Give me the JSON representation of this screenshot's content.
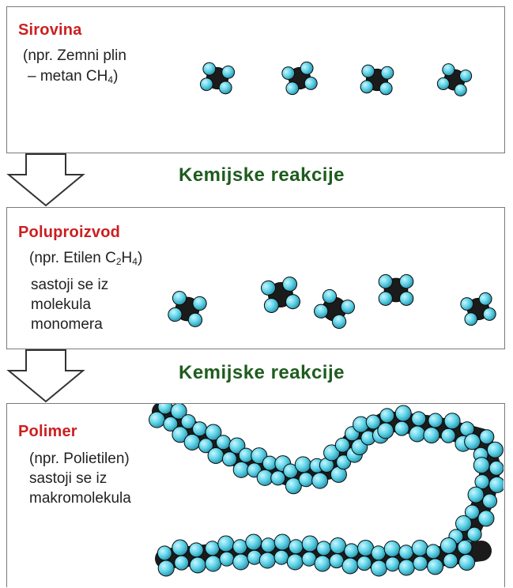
{
  "colors": {
    "title": "#cc1f1f",
    "step_label": "#1e5c1e",
    "atom_h": "#5ad1e6",
    "atom_c": "#1b1b1b"
  },
  "panels": [
    {
      "title": "Sirovina",
      "lines": [
        "(npr. Zemni plin",
        "– metan CH",
        "4",
        ")"
      ]
    },
    {
      "title": "Poluproizvod",
      "lines": [
        "(npr. Etilen C",
        "2",
        "H",
        "4",
        ")",
        "sastoji se iz",
        "molekula",
        "monomera"
      ]
    },
    {
      "title": "Polimer",
      "lines": [
        "(npr. Polietilen)",
        "sastoji se iz",
        "makromolekula"
      ]
    }
  ],
  "steps": [
    {
      "label": "Kemijske reakcije",
      "icon": "down-arrow-icon"
    },
    {
      "label": "Kemijske reakcije",
      "icon": "down-arrow-icon"
    }
  ]
}
